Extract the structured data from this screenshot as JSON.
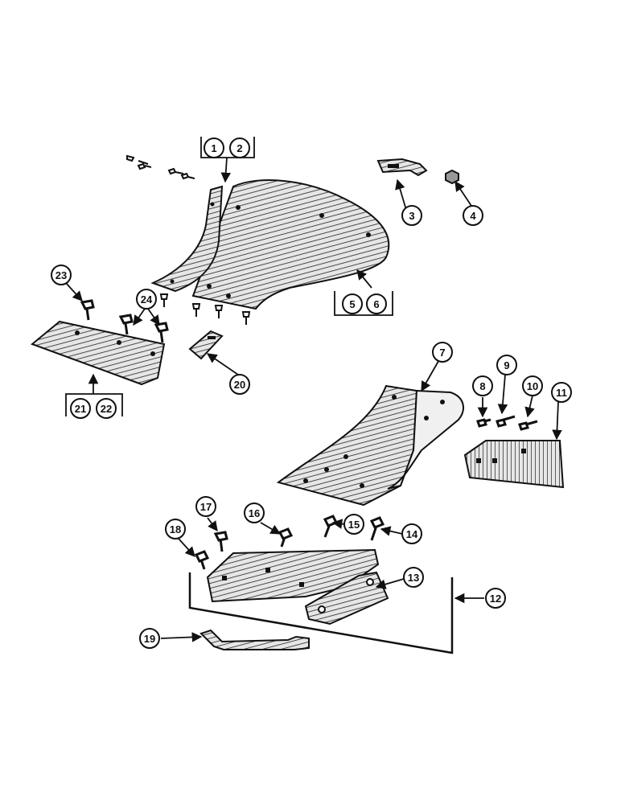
{
  "diagram": {
    "callouts": {
      "c1": "1",
      "c2": "2",
      "c3": "3",
      "c4": "4",
      "c5": "5",
      "c6": "6",
      "c7": "7",
      "c8": "8",
      "c9": "9",
      "c10": "10",
      "c11": "11",
      "c12": "12",
      "c13": "13",
      "c14": "14",
      "c15": "15",
      "c16": "16",
      "c17": "17",
      "c18": "18",
      "c19": "19",
      "c20": "20",
      "c21": "21",
      "c22": "22",
      "c23": "23",
      "c24": "24"
    },
    "colors": {
      "ink": "#111111",
      "paper": "#ffffff",
      "shade": "#cfcfcf"
    }
  }
}
